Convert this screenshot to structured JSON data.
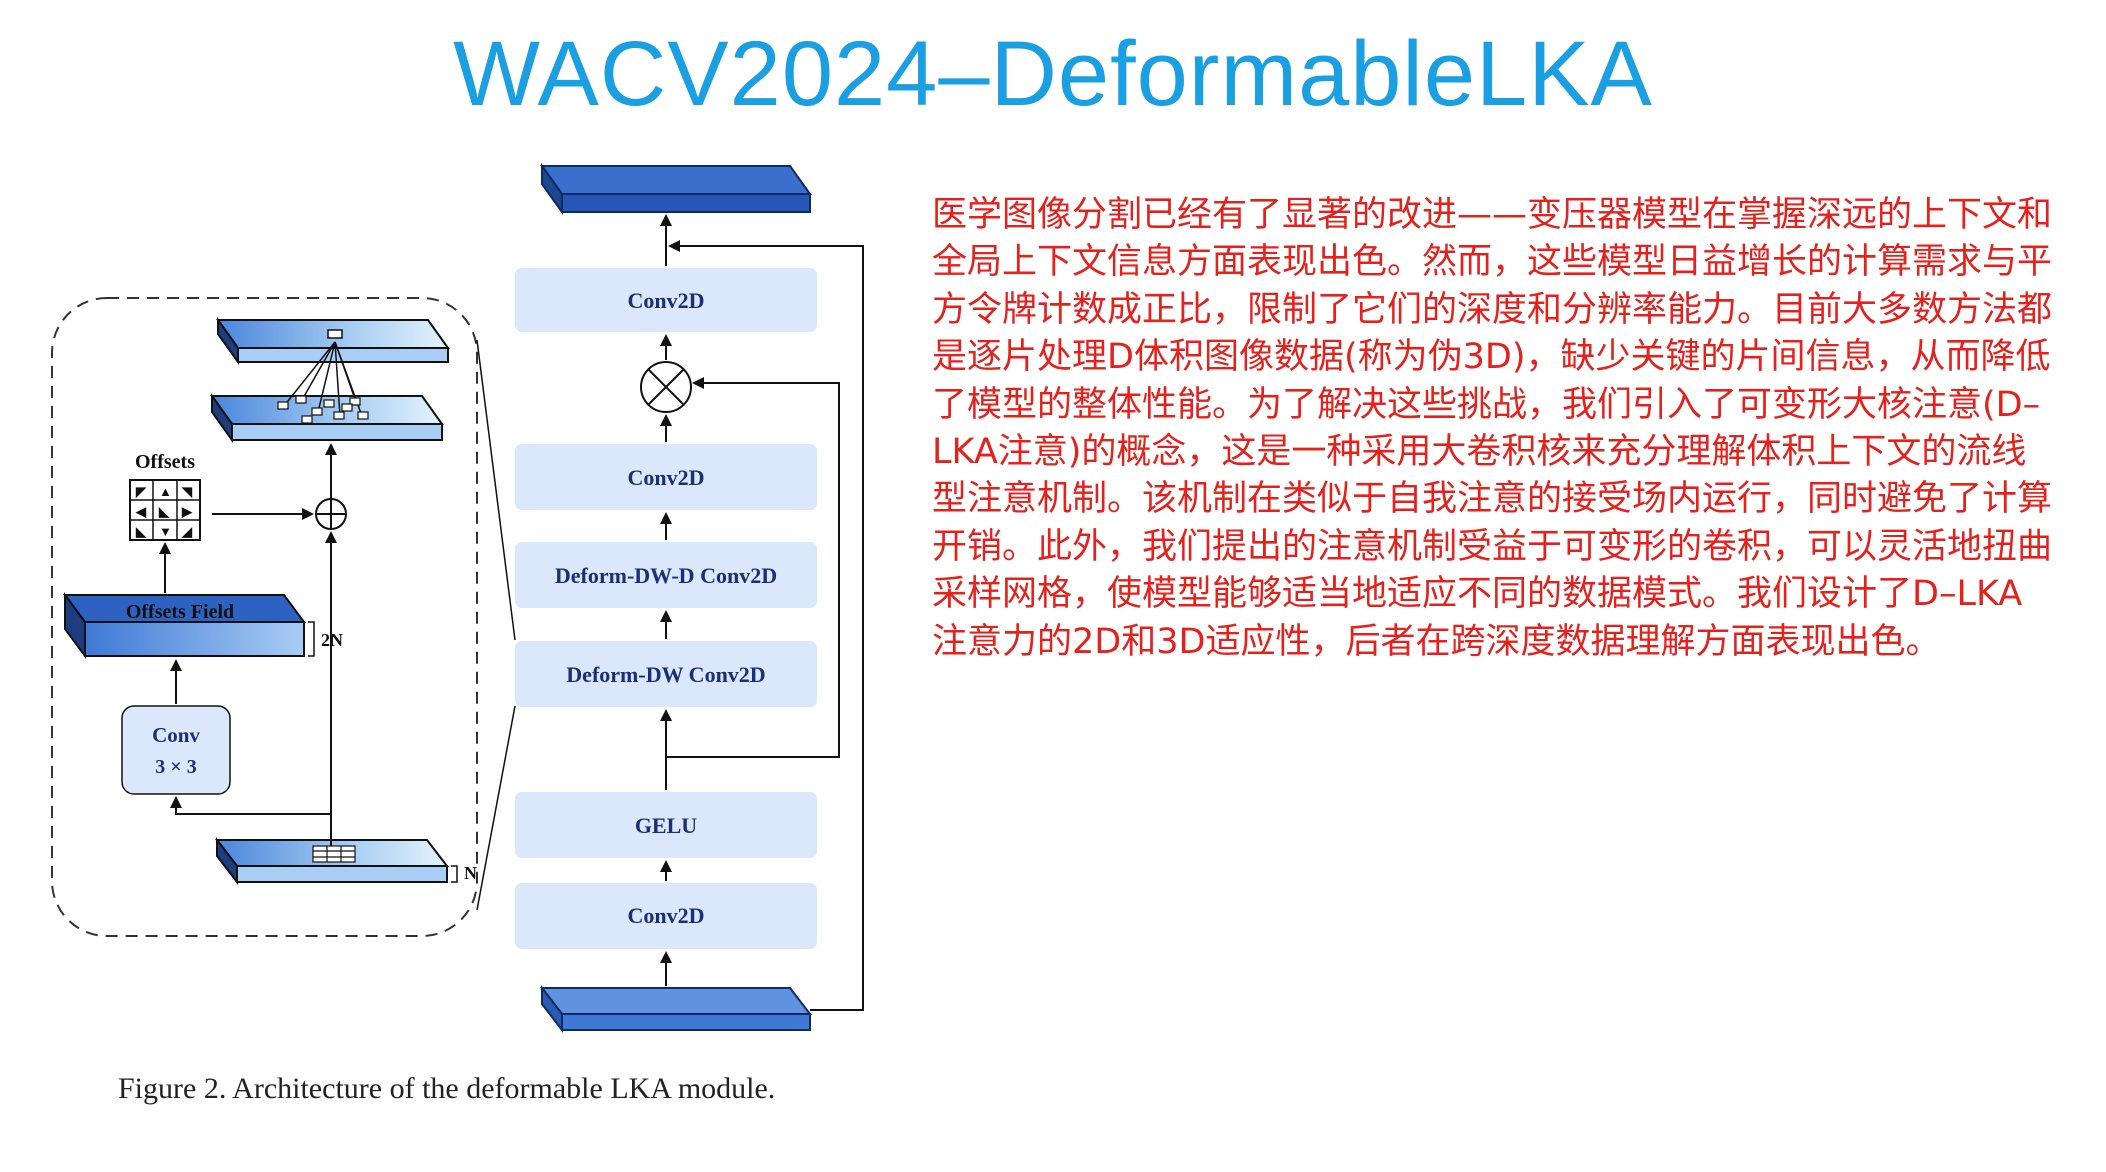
{
  "title": "WACV2024–DeformableLKA",
  "figure": {
    "caption": "Figure 2. Architecture of the deformable LKA module.",
    "blocks": {
      "conv2d_top": "Conv2D",
      "conv2d_mid": "Conv2D",
      "deform_dw_d": "Deform-DW-D Conv2D",
      "deform_dw": "Deform-DW Conv2D",
      "gelu": "GELU",
      "conv2d_bottom": "Conv2D"
    },
    "detail": {
      "offsets_label": "Offsets",
      "offsets_field_label": "Offsets Field",
      "dim_2n": "2N",
      "dim_n": "N",
      "conv_label": "Conv",
      "conv_size": "3 × 3"
    },
    "colors": {
      "block_fill": "#dbe7fa",
      "block_text": "#1a2f7a",
      "feature_dark": "#2e62c2",
      "feature_light": "#6fa0e6",
      "arrow": "#111111"
    }
  },
  "description": "医学图像分割已经有了显著的改进——变压器模型在掌握深远的上下文和全局上下文信息方面表现出色。然而，这些模型日益增长的计算需求与平方令牌计数成正比，限制了它们的深度和分辨率能力。目前大多数方法都是逐片处理D体积图像数据(称为伪3D)，缺少关键的片间信息，从而降低了模型的整体性能。为了解决这些挑战，我们引入了可变形大核注意(D–LKA注意)的概念，这是一种采用大卷积核来充分理解体积上下文的流线型注意机制。该机制在类似于自我注意的接受场内运行，同时避免了计算开销。此外，我们提出的注意机制受益于可变形的卷积，可以灵活地扭曲采样网格，使模型能够适当地适应不同的数据模式。我们设计了D–LKA注意力的2D和3D适应性，后者在跨深度数据理解方面表现出色。"
}
